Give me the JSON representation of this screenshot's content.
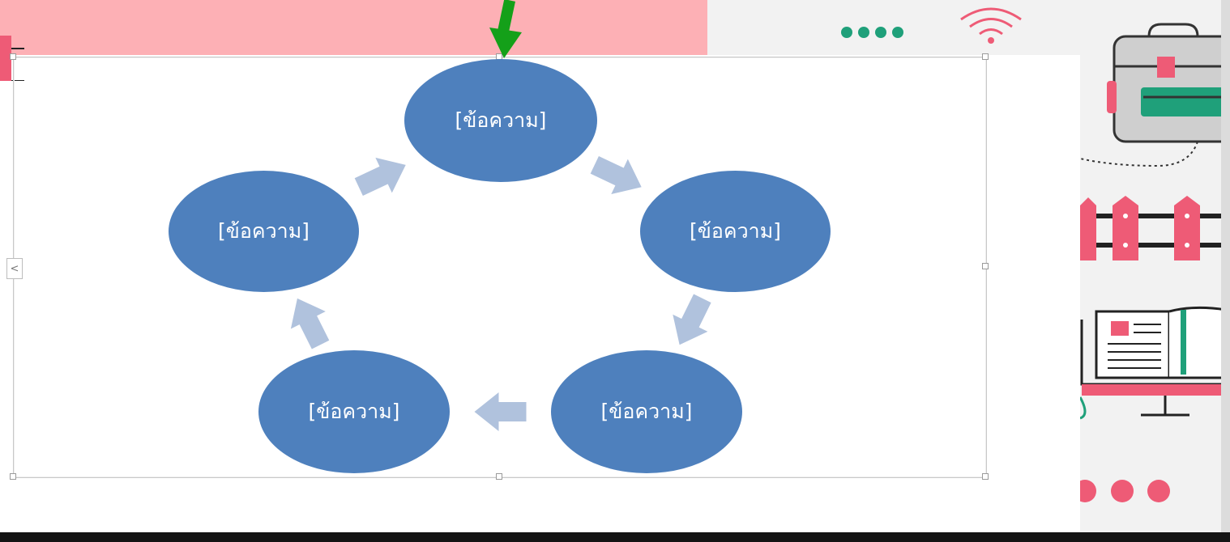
{
  "colors": {
    "banner": "#fdb0b5",
    "node": "#4e80bd",
    "arrow": "#b0c2dd",
    "accent_pink": "#ee5b76",
    "accent_teal": "#1fa07a",
    "panel": "#f2f2f2",
    "pointer": "#14a019"
  },
  "icons": {
    "signal": "signal-dots-icon",
    "wifi": "wifi-icon",
    "backpack": "backpack-icon",
    "fence": "fence-icon",
    "book": "open-book-icon",
    "dots": "three-dots-icon",
    "pointer": "pointer-arrow-icon",
    "expand": "chevron-left-icon"
  },
  "diagram": {
    "type": "basic-cycle",
    "nodes": [
      {
        "label": "[ข้อความ]"
      },
      {
        "label": "[ข้อความ]"
      },
      {
        "label": "[ข้อความ]"
      },
      {
        "label": "[ข้อความ]"
      },
      {
        "label": "[ข้อความ]"
      }
    ]
  },
  "text_pane_toggle": "<"
}
